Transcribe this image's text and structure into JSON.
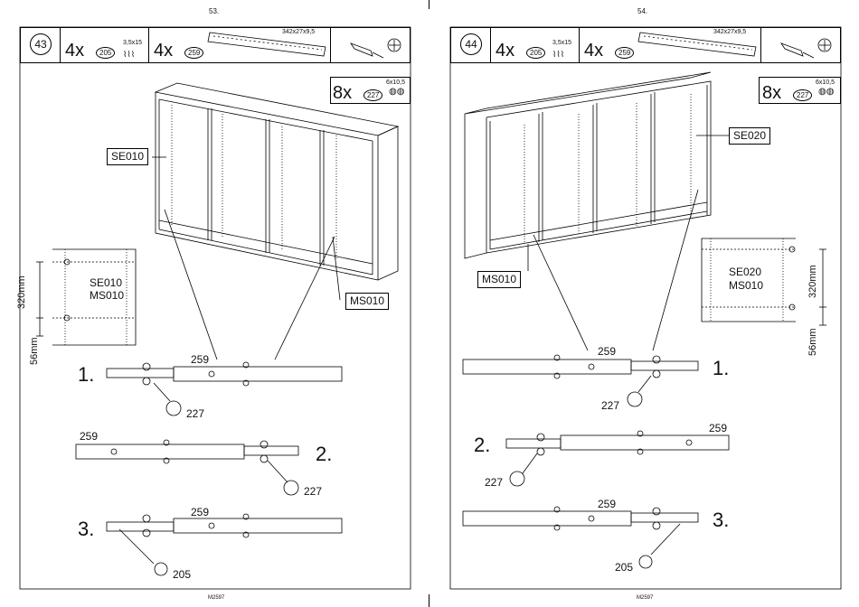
{
  "pages": [
    {
      "page_number": "53.",
      "step": "43",
      "parts": [
        {
          "qty": "4x",
          "part": "205",
          "size": "3,5x15"
        },
        {
          "qty": "4x",
          "part": "259",
          "size": "342x27x9,5"
        },
        {
          "qty": "8x",
          "part": "227",
          "size": "6x10,5"
        }
      ],
      "labels": {
        "panel": "SE010",
        "rail": "MS010",
        "detail_panels": "SE010",
        "detail_rail": "MS010"
      },
      "dims": {
        "d1": "320mm",
        "d2": "56mm"
      },
      "sub_steps": [
        {
          "n": "1.",
          "rail": "259",
          "screw": "227"
        },
        {
          "n": "2.",
          "rail": "259",
          "screw": "227"
        },
        {
          "n": "3.",
          "rail": "259",
          "screw": "205"
        }
      ],
      "footer": "M2597"
    },
    {
      "page_number": "54.",
      "step": "44",
      "parts": [
        {
          "qty": "4x",
          "part": "205",
          "size": "3,5x15"
        },
        {
          "qty": "4x",
          "part": "259",
          "size": "342x27x9,5"
        },
        {
          "qty": "8x",
          "part": "227",
          "size": "6x10,5"
        }
      ],
      "labels": {
        "panel": "SE020",
        "rail": "MS010",
        "detail_panels": "SE020",
        "detail_rail": "MS010"
      },
      "dims": {
        "d1": "320mm",
        "d2": "56mm"
      },
      "sub_steps": [
        {
          "n": "1.",
          "rail": "259",
          "screw": "227"
        },
        {
          "n": "2.",
          "rail": "259",
          "screw": "227"
        },
        {
          "n": "3.",
          "rail": "259",
          "screw": "205"
        }
      ],
      "footer": "M2597"
    }
  ]
}
